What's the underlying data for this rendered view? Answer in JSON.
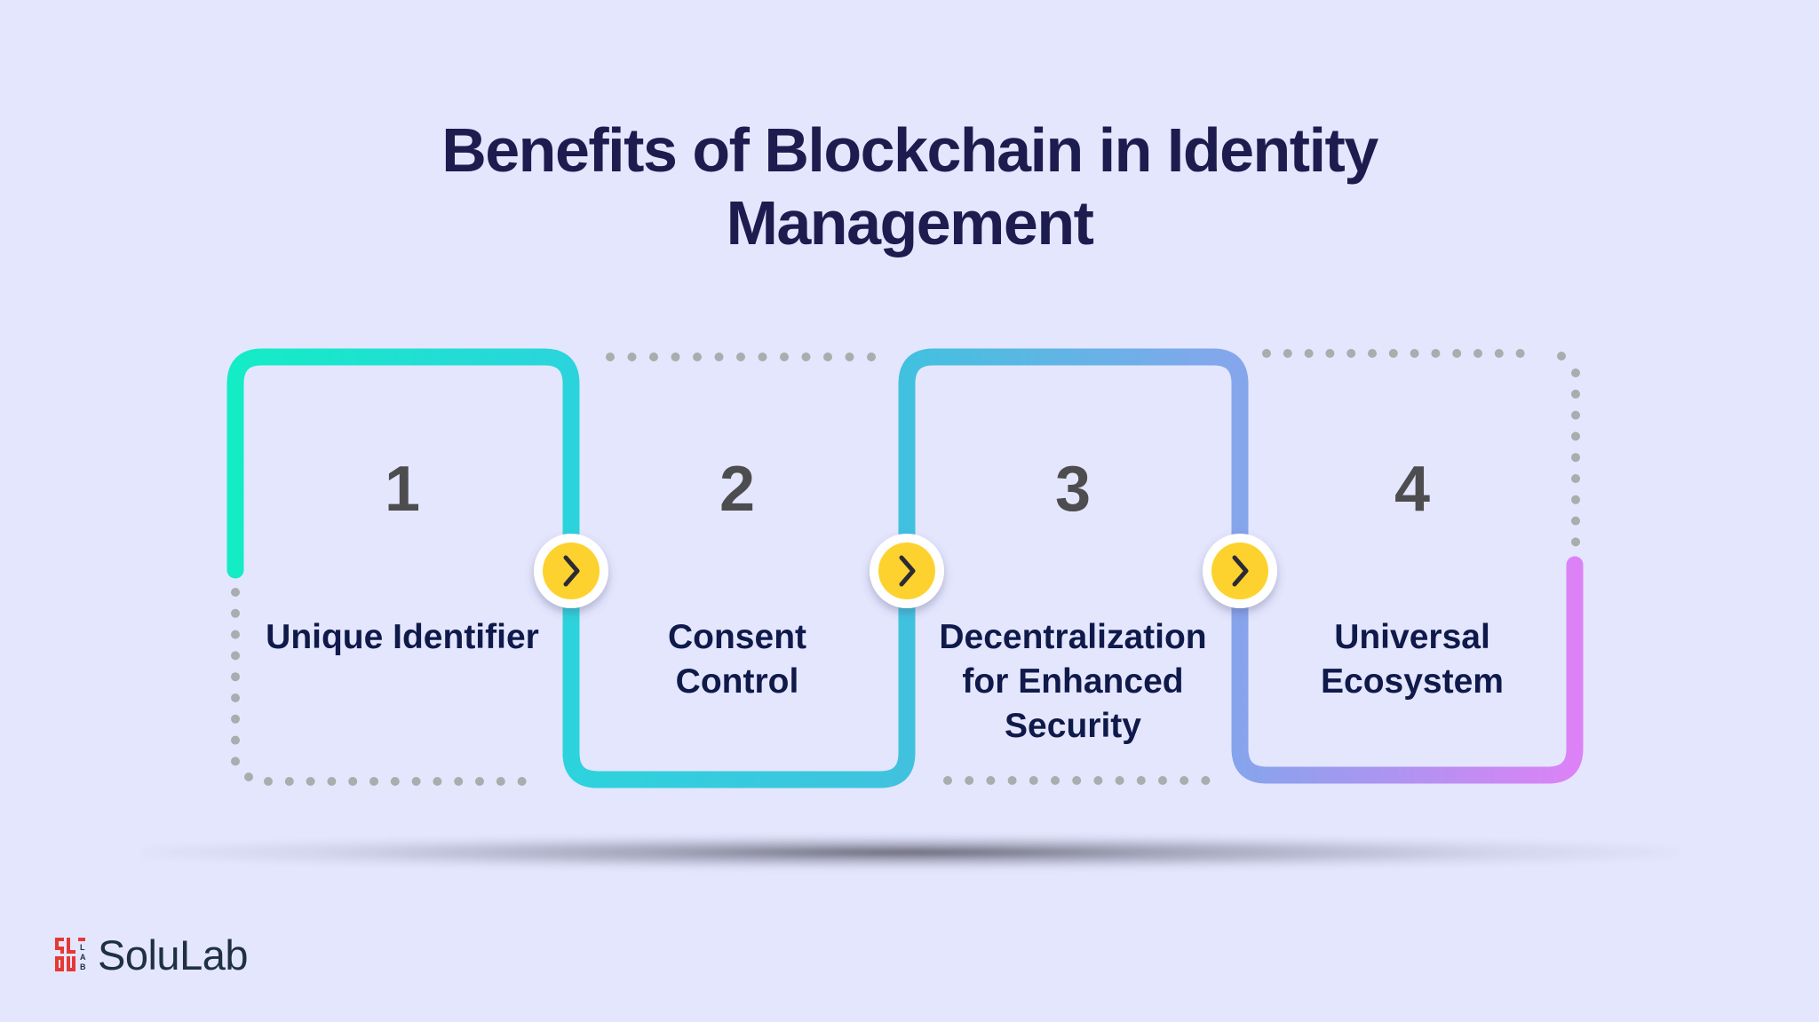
{
  "title": {
    "line1": "Benefits of Blockchain in Identity",
    "line2": "Management"
  },
  "steps": [
    {
      "number": "1",
      "label_lines": [
        "Unique Identifier"
      ],
      "frame_color": "#14e8c8"
    },
    {
      "number": "2",
      "label_lines": [
        "Consent",
        "Control"
      ],
      "frame_color": "#2ed2dc"
    },
    {
      "number": "3",
      "label_lines": [
        "Decentralization",
        "for Enhanced",
        "Security"
      ],
      "frame_color": "#45bfe0"
    },
    {
      "number": "4",
      "label_lines": [
        "Universal",
        "Ecosystem"
      ],
      "frame_color": "#d982f5"
    }
  ],
  "connectors": [
    {
      "icon": "chevron-right-icon",
      "color": "#fdd22e"
    },
    {
      "icon": "chevron-right-icon",
      "color": "#fdd22e"
    },
    {
      "icon": "chevron-right-icon",
      "color": "#fdd22e"
    }
  ],
  "logo": {
    "text": "SoluLab",
    "mark_color": "#e53935"
  },
  "colors": {
    "background": "#e4e6fe",
    "title": "#1d1c4f",
    "number": "#4d4d4f",
    "label": "#0f1a4a",
    "dots": "#a9adad",
    "connector_ring": "#ffffff"
  }
}
